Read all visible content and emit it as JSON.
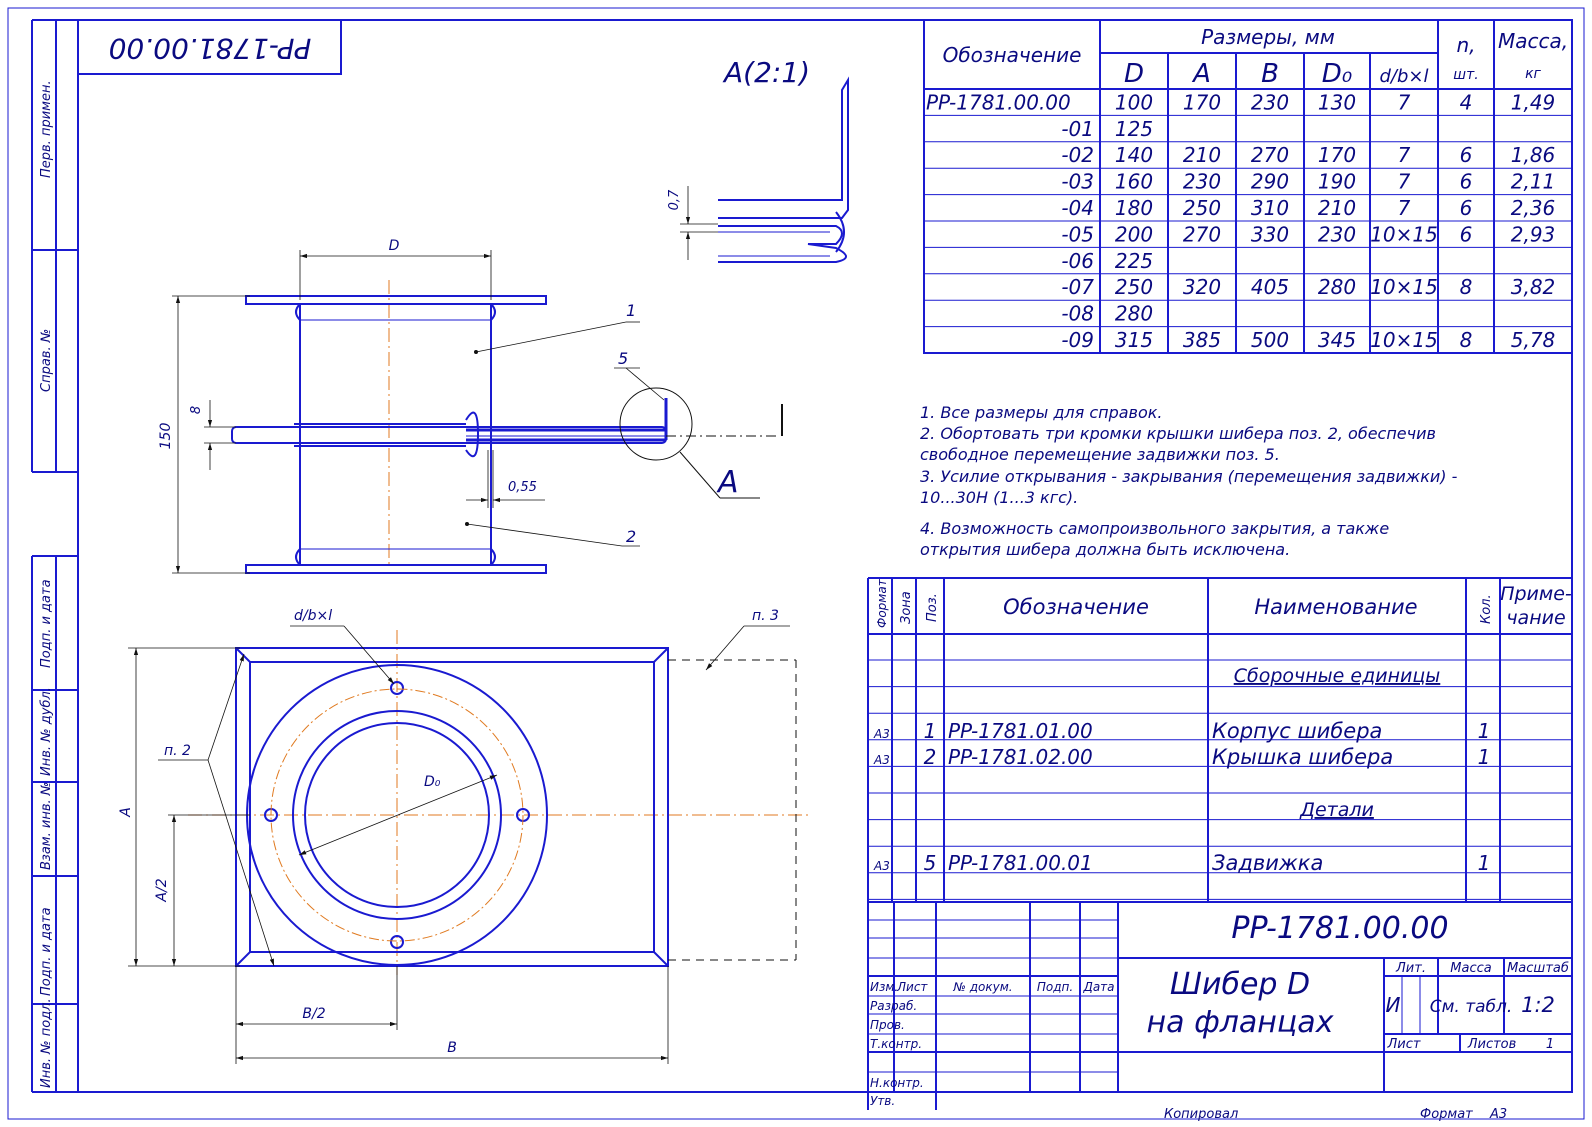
{
  "stamp_rotated": "PP-1781.00.00",
  "view_label": "A(2:1)",
  "section_mark": "A",
  "dims": {
    "D": "D",
    "h150": "150",
    "h8": "8",
    "t055": "0,55",
    "t07": "0,7",
    "A": "A",
    "A2": "A/2",
    "B": "B",
    "B2": "B/2",
    "D0": "D₀",
    "dbl": "d/b×l"
  },
  "leaders": {
    "p1": "1",
    "p2": "2",
    "p5": "5",
    "n2": "п. 2",
    "n3": "п. 3"
  },
  "side_labels": [
    "Перв. примен.",
    "Справ. №",
    "Подп. и дата",
    "Инв. № дубл.",
    "Взам. инв. №",
    "Подп. и дата",
    "Инв. № подл."
  ],
  "size_table": {
    "hdr_designation": "Обозначение",
    "hdr_sizes": "Размеры, мм",
    "hdr_n": "n,",
    "hdr_n_unit": "шт.",
    "hdr_mass": "Масса,",
    "hdr_mass_unit": "кг",
    "cols": [
      "D",
      "A",
      "B",
      "D₀",
      "d/b×l"
    ],
    "rows": [
      {
        "des": "PP-1781.00.00",
        "D": "100",
        "A": "170",
        "B": "230",
        "D0": "130",
        "dbl": "7",
        "n": "4",
        "m": "1,49"
      },
      {
        "des": "-01",
        "D": "125",
        "A": "",
        "B": "",
        "D0": "",
        "dbl": "",
        "n": "",
        "m": ""
      },
      {
        "des": "-02",
        "D": "140",
        "A": "210",
        "B": "270",
        "D0": "170",
        "dbl": "7",
        "n": "6",
        "m": "1,86"
      },
      {
        "des": "-03",
        "D": "160",
        "A": "230",
        "B": "290",
        "D0": "190",
        "dbl": "7",
        "n": "6",
        "m": "2,11"
      },
      {
        "des": "-04",
        "D": "180",
        "A": "250",
        "B": "310",
        "D0": "210",
        "dbl": "7",
        "n": "6",
        "m": "2,36"
      },
      {
        "des": "-05",
        "D": "200",
        "A": "270",
        "B": "330",
        "D0": "230",
        "dbl": "10×15",
        "n": "6",
        "m": "2,93"
      },
      {
        "des": "-06",
        "D": "225",
        "A": "",
        "B": "",
        "D0": "",
        "dbl": "",
        "n": "",
        "m": ""
      },
      {
        "des": "-07",
        "D": "250",
        "A": "320",
        "B": "405",
        "D0": "280",
        "dbl": "10×15",
        "n": "8",
        "m": "3,82"
      },
      {
        "des": "-08",
        "D": "280",
        "A": "",
        "B": "",
        "D0": "",
        "dbl": "",
        "n": "",
        "m": ""
      },
      {
        "des": "-09",
        "D": "315",
        "A": "385",
        "B": "500",
        "D0": "345",
        "dbl": "10×15",
        "n": "8",
        "m": "5,78"
      }
    ]
  },
  "notes": [
    "1. Все размеры для справок.",
    "2. Обортовать три кромки крышки шибера поз. 2, обеспечив",
    "свободное перемещение задвижки поз. 5.",
    "3. Усилие открывания - закрывания (перемещения задвижки) -",
    "10...30Н (1...3 кгс).",
    "4. Возможность самопроизвольного закрытия, а также",
    "открытия шибера должна быть исключена."
  ],
  "spec": {
    "hdr_format": "Формат",
    "hdr_zone": "Зона",
    "hdr_pos": "Поз.",
    "hdr_designation": "Обозначение",
    "hdr_name": "Наименование",
    "hdr_qty": "Кол.",
    "hdr_note_1": "Приме-",
    "hdr_note_2": "чание",
    "section_assemblies": "Сборочные единицы",
    "section_parts": "Детали",
    "items": [
      {
        "fmt": "А3",
        "pos": "1",
        "des": "PP-1781.01.00",
        "name": "Корпус шибера",
        "qty": "1"
      },
      {
        "fmt": "А3",
        "pos": "2",
        "des": "PP-1781.02.00",
        "name": "Крышка шибера",
        "qty": "1"
      },
      {
        "fmt": "А3",
        "pos": "5",
        "des": "PP-1781.00.01",
        "name": "Задвижка",
        "qty": "1"
      }
    ]
  },
  "title_block": {
    "designation": "PP-1781.00.00",
    "name_line1": "Шибер D",
    "name_line2": "на фланцах",
    "lit_label": "Лит.",
    "mass_label": "Масса",
    "scale_label": "Масштаб",
    "lit_value": "И",
    "mass_value": "См. табл.",
    "scale_value": "1:2",
    "sheet_label": "Лист",
    "sheets_label": "Листов",
    "sheets_value": "1",
    "hdr_izm": "Изм.",
    "hdr_list": "Лист",
    "hdr_doc": "№ докум.",
    "hdr_sign": "Подп.",
    "hdr_date": "Дата",
    "roles": [
      "Разраб.",
      "Пров.",
      "Т.контр.",
      "",
      "Н.контр.",
      "Утв."
    ]
  },
  "footer": {
    "copied": "Копировал",
    "format_label": "Формат",
    "format_value": "А3"
  }
}
